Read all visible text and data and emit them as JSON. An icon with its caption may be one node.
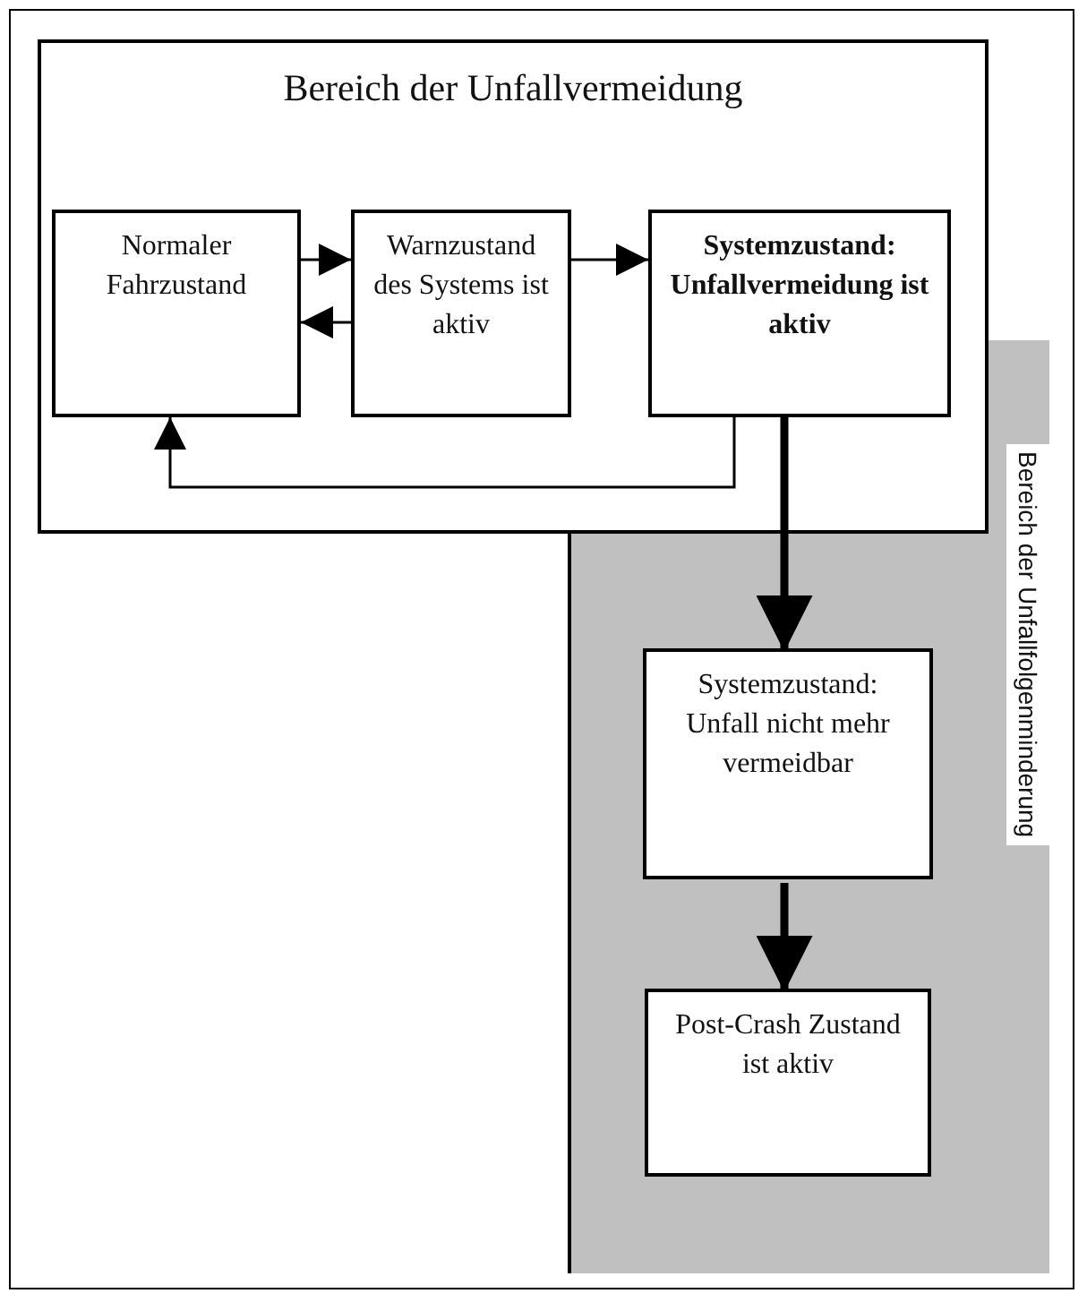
{
  "diagram": {
    "nodes": [
      {
        "text": [
          "Bereich der Unfallvermeidung"
        ]
      },
      {
        "text": [
          "Normaler Fahrzustand"
        ],
        "in": 0
      },
      {
        "text": [
          "Warnzustand des Systems ist aktiv"
        ],
        "in": 0
      },
      {
        "text": [
          "Systemzustand: Unfallvermeidung ist aktiv"
        ],
        "in": 0
      },
      {
        "text": [
          "Bereich der Unfallfolgenminderung"
        ]
      },
      {
        "text": [
          "Systemzustand: Unfall nicht mehr vermeidbar"
        ],
        "in": 4
      },
      {
        "text": [
          "Post-Crash Zustand ist aktiv"
        ],
        "in": 4
      }
    ],
    "edges": [
      {
        "from": 1,
        "to": 2,
        "arrow": "to"
      },
      {
        "from": 2,
        "to": 1,
        "arrow": "to"
      },
      {
        "from": 2,
        "to": 3,
        "arrow": "to"
      },
      {
        "from": 3,
        "to": 1,
        "arrow": "to"
      },
      {
        "from": 3,
        "to": 5,
        "arrow": "to",
        "style": "thick"
      },
      {
        "from": 5,
        "to": 6,
        "arrow": "to",
        "style": "thick"
      }
    ]
  }
}
